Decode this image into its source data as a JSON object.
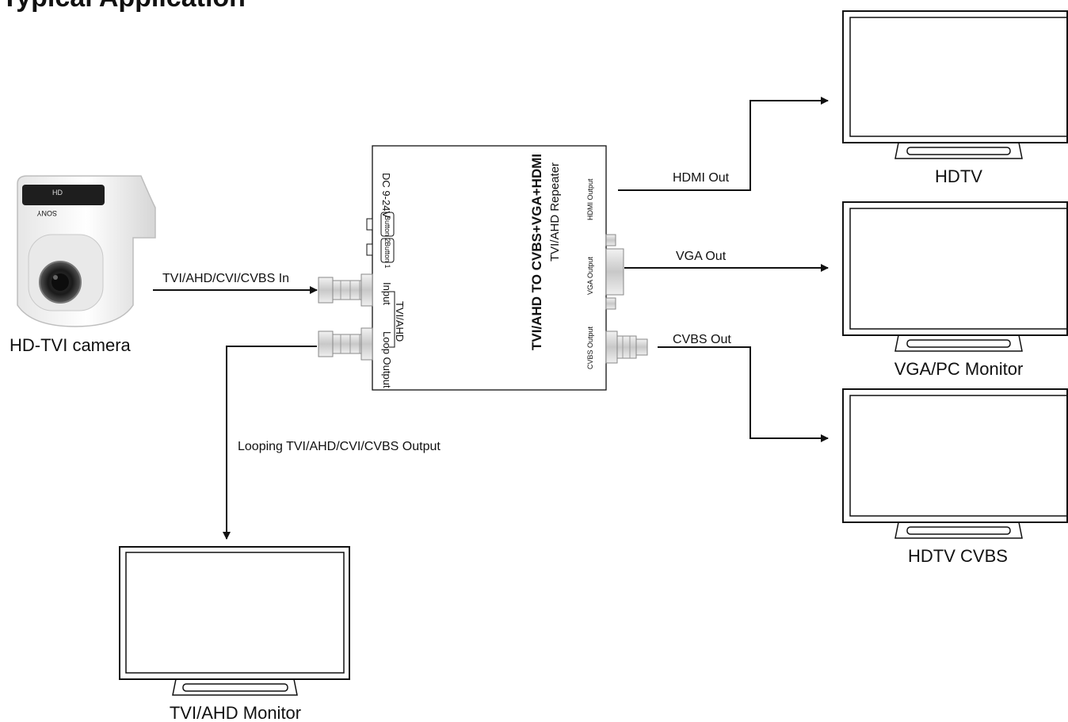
{
  "title": "Typical Application",
  "camera": {
    "caption": "HD-TVI camera",
    "brand": "SONY",
    "badge": "HD"
  },
  "device": {
    "title": "TVI/AHD TO CVBS+VGA+HDMI",
    "subtitle": "TVI/AHD Repeater",
    "power_label": "DC 9-24V",
    "button2_label": "Button 2",
    "button1_label": "Button 1",
    "input_label": "Input",
    "loop_label": "Loop Output",
    "group_label": "TVI/AHD",
    "hdmi_output_label": "HDMI Output",
    "vga_output_label": "VGA Output",
    "cvbs_output_label": "CVBS Output"
  },
  "connections": {
    "input": "TVI/AHD/CVI/CVBS In",
    "hdmi": "HDMI Out",
    "vga": "VGA Out",
    "cvbs": "CVBS Out",
    "loop": "Looping TVI/AHD/CVI/CVBS Output"
  },
  "monitors": {
    "hdtv": "HDTV",
    "vga_pc": "VGA/PC Monitor",
    "hdtv_cvbs": "HDTV CVBS",
    "tvi_ahd": "TVI/AHD Monitor"
  }
}
